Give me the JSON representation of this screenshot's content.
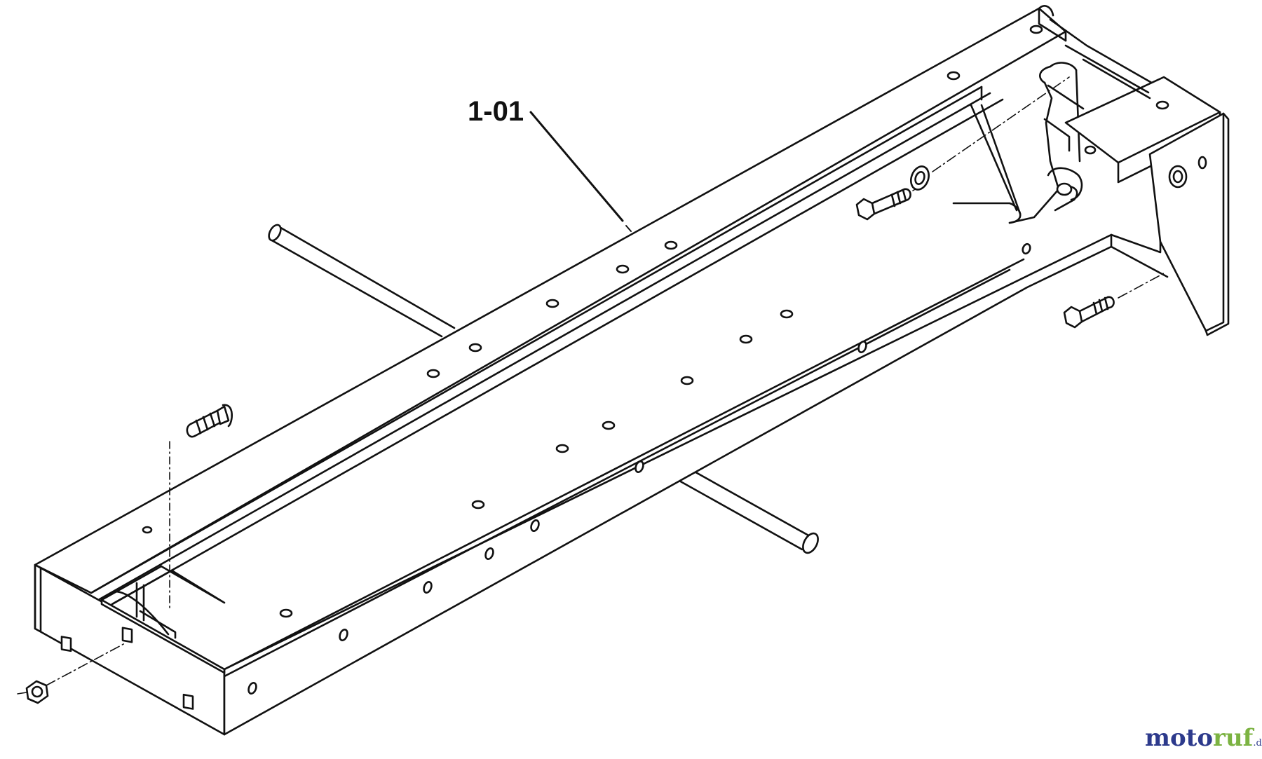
{
  "diagram": {
    "part_labels": [
      {
        "id": "frame",
        "text": "1-01"
      }
    ],
    "components": [
      "frame-rail",
      "axle-rod",
      "carriage-bolt",
      "hex-nut",
      "hex-bolt",
      "washer",
      "mounting-bracket",
      "rear-bracket-plate"
    ]
  },
  "watermark": {
    "part1": "moto",
    "part2": "ruf",
    "suffix": ".de",
    "color_primary": "#2d3a8c",
    "color_secondary": "#7cb342"
  },
  "colors": {
    "line": "#111111",
    "background": "#ffffff"
  }
}
